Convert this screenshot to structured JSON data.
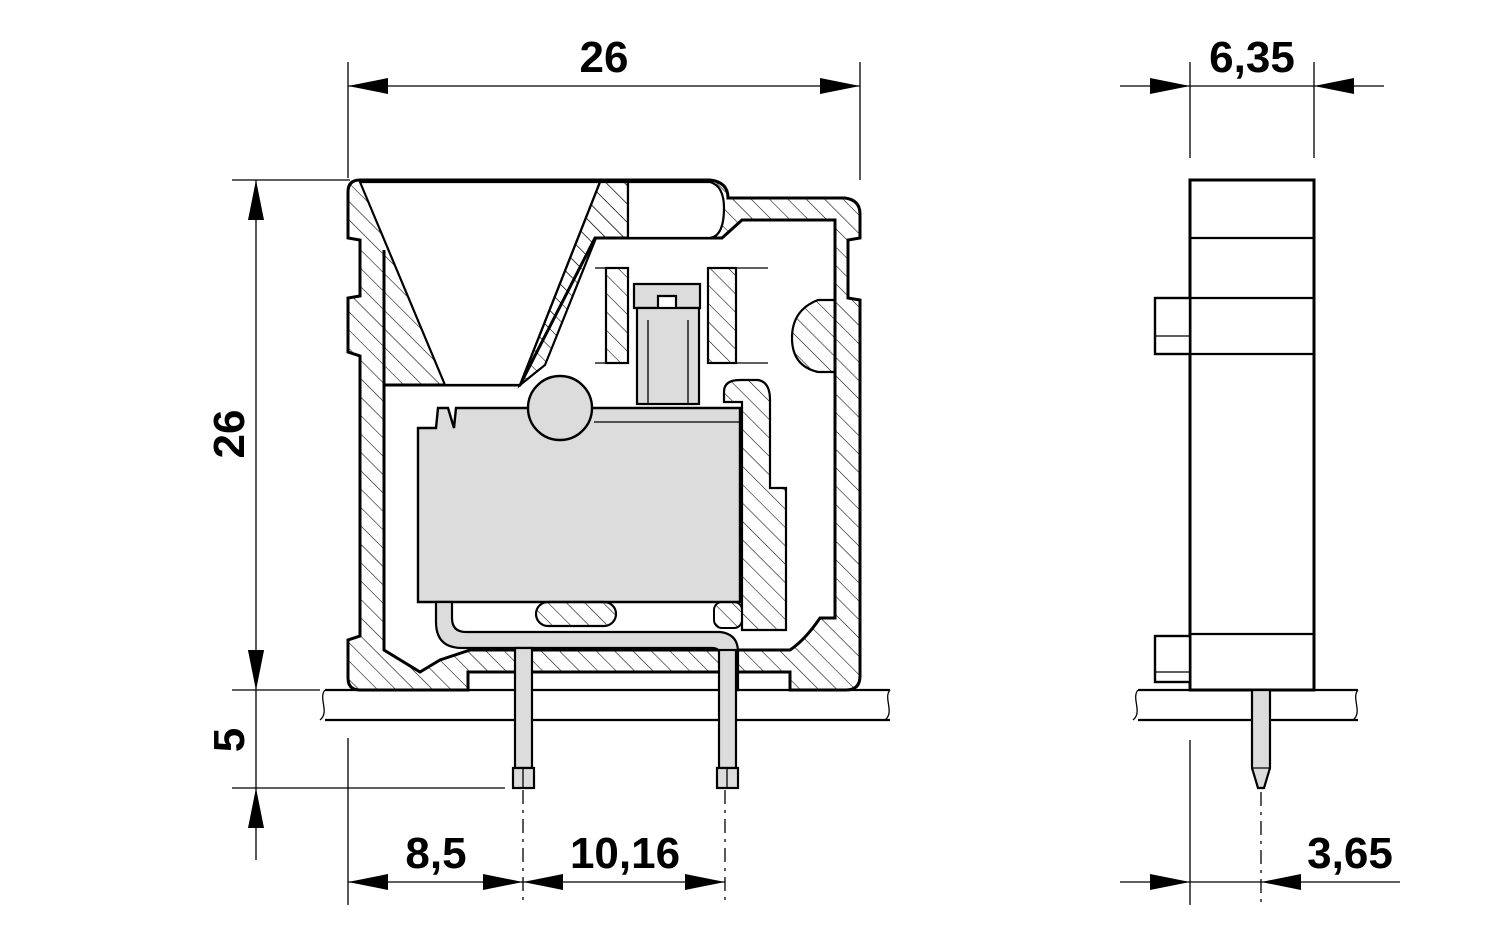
{
  "dimensions": {
    "front_width": "26",
    "front_height": "26",
    "pin_length": "5",
    "pin_offset": "8,5",
    "pin_pitch": "10,16",
    "side_width": "6,35",
    "side_pin_offset": "3,65"
  },
  "colors": {
    "line": "#000000",
    "hatch": "#000000",
    "component_fill": "#dcdcdc",
    "background": "#ffffff"
  }
}
